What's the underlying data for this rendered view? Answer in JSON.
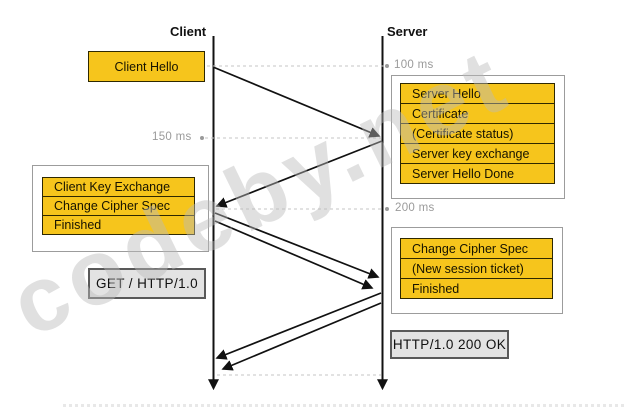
{
  "diagram": {
    "actors": {
      "client": "Client",
      "server": "Server"
    },
    "timeline": {
      "t100": "100 ms",
      "t150": "150 ms",
      "t200": "200 ms"
    },
    "messages": {
      "client_hello": "Client Hello",
      "client_flight2": [
        "Client Key Exchange",
        "Change Cipher Spec",
        "Finished"
      ],
      "server_flight1": [
        "Server Hello",
        "Certificate",
        "(Certificate status)",
        "Server key exchange",
        "Server Hello Done"
      ],
      "server_flight2": [
        "Change Cipher Spec",
        "(New session ticket)",
        "Finished"
      ],
      "http_request": "GET / HTTP/1.0",
      "http_response": "HTTP/1.0 200 OK"
    },
    "watermark": "codeby.net",
    "colors": {
      "message_fill": "#F6C51C",
      "message_border": "#2e2800",
      "group_border": "#9c9c9c",
      "http_fill": "#e3e3e3",
      "http_border": "#595959",
      "time_text": "#9a9a9a",
      "dash_line": "#c4c4c4",
      "arrow": "#111111"
    }
  }
}
